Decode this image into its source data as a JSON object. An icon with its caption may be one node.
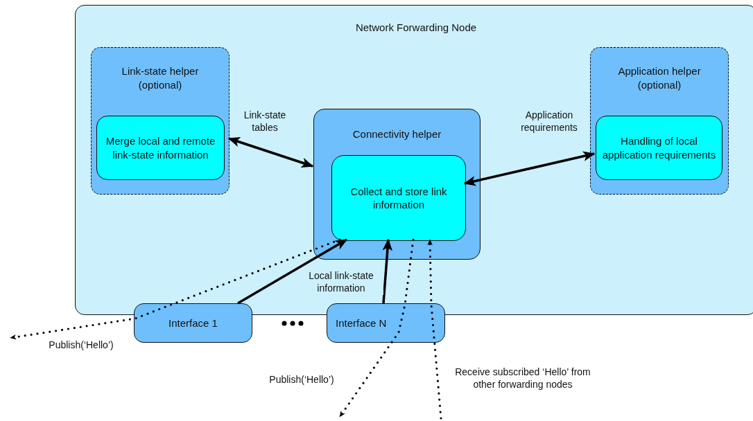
{
  "diagram": {
    "nodes": [
      {
        "text": [
          "Network Forwarding Node"
        ]
      },
      {
        "text": [
          "Link-state helper (optional)"
        ],
        "in": 0
      },
      {
        "text": [
          "Merge local and remote link-state information"
        ],
        "in": 1
      },
      {
        "text": [
          "Connectivity helper"
        ],
        "in": 0
      },
      {
        "text": [
          "Collect and store link information"
        ],
        "in": 3
      },
      {
        "text": [
          "Application helper (optional)"
        ],
        "in": 0
      },
      {
        "text": [
          "Handling of local application requirements"
        ],
        "in": 5
      },
      {
        "text": [
          "Interface 1"
        ]
      },
      {
        "text": [
          "Interface N"
        ]
      }
    ],
    "edges": [
      {
        "from": 1,
        "to": 3,
        "arrow": "both",
        "label": "Link-state tables"
      },
      {
        "from": 4,
        "to": 6,
        "arrow": "both",
        "label": "Application requirements"
      },
      {
        "from": 7,
        "to": 4,
        "arrow": "to"
      },
      {
        "from": 8,
        "to": 4,
        "arrow": "to",
        "label": "Local link-state information"
      },
      {
        "from": 4,
        "to": null,
        "arrow": "to",
        "style": "dashed",
        "label": "Publish(‘Hello’)"
      },
      {
        "from": 4,
        "to": null,
        "arrow": "to",
        "style": "dashed",
        "label": "Publish(‘Hello’)"
      },
      {
        "from": null,
        "to": 4,
        "arrow": "to",
        "style": "dashed",
        "label": "Receive subscribed ‘Hello’ from other forwarding nodes"
      }
    ]
  }
}
